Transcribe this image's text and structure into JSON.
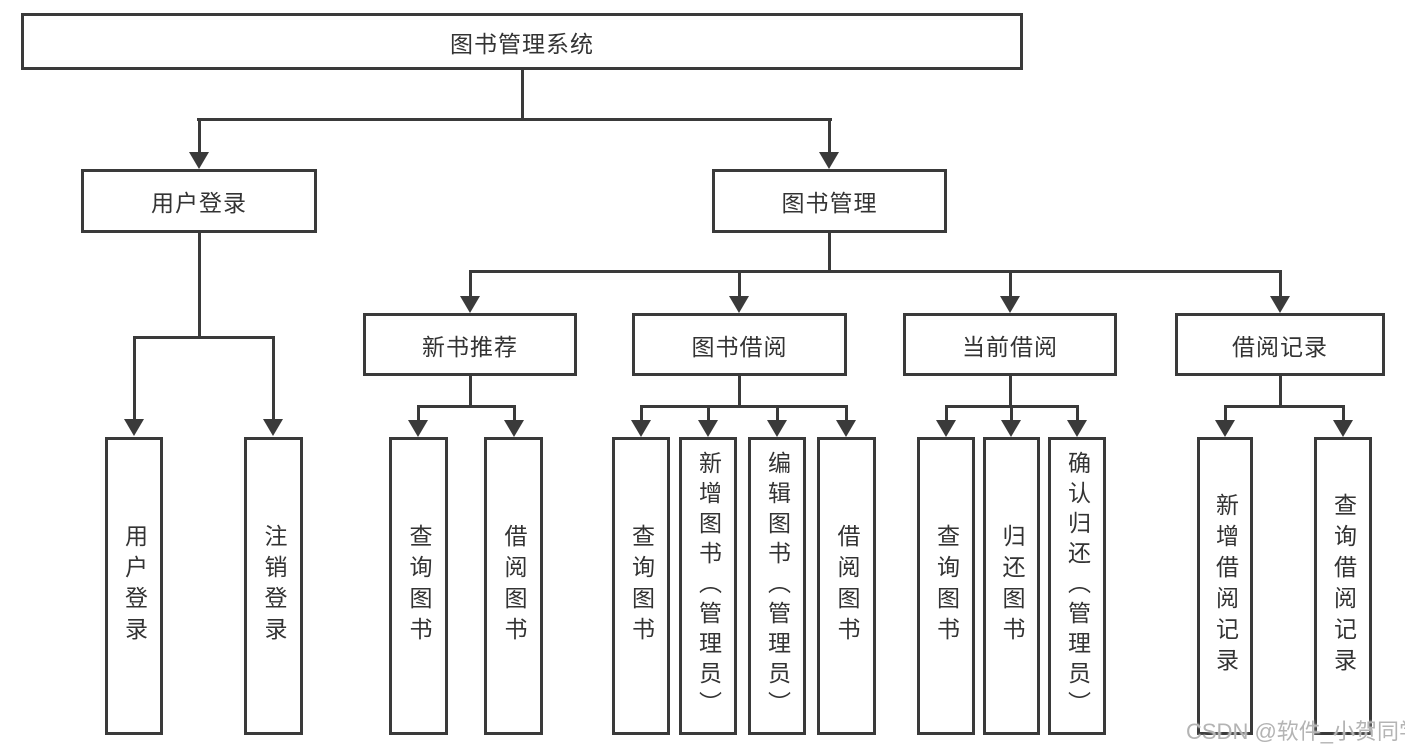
{
  "diagram_type": "hierarchy-tree",
  "tree": {
    "label": "图书管理系统",
    "children": [
      {
        "label": "用户登录",
        "children": [
          {
            "label": "用户登录"
          },
          {
            "label": "注销登录"
          }
        ]
      },
      {
        "label": "图书管理",
        "children": [
          {
            "label": "新书推荐",
            "children": [
              {
                "label": "查询图书"
              },
              {
                "label": "借阅图书"
              }
            ]
          },
          {
            "label": "图书借阅",
            "children": [
              {
                "label": "查询图书"
              },
              {
                "label": "新增图书（管理员）"
              },
              {
                "label": "编辑图书（管理员）"
              },
              {
                "label": "借阅图书"
              }
            ]
          },
          {
            "label": "当前借阅",
            "children": [
              {
                "label": "查询图书"
              },
              {
                "label": "归还图书"
              },
              {
                "label": "确认归还（管理员）"
              }
            ]
          },
          {
            "label": "借阅记录",
            "children": [
              {
                "label": "新增借阅记录"
              },
              {
                "label": "查询借阅记录"
              }
            ]
          }
        ]
      }
    ]
  },
  "watermark": {
    "text": "CSDN @软件_小贺同学"
  },
  "colors": {
    "line": "#3a3a3a",
    "text": "#333333",
    "background": "#ffffff",
    "watermark": "#b4b4b4"
  }
}
